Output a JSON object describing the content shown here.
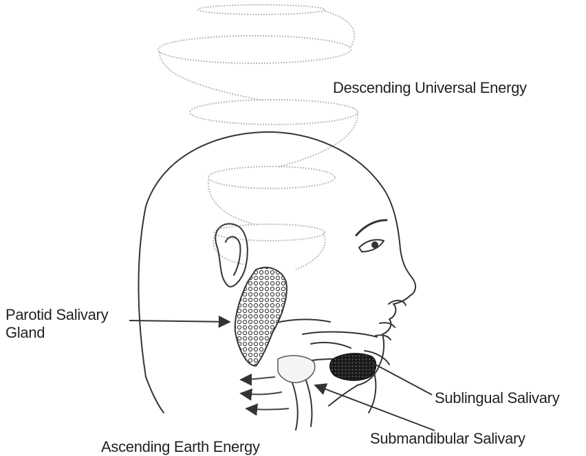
{
  "labels": {
    "descending": "Descending Universal Energy",
    "parotid_line1": "Parotid Salivary",
    "parotid_line2": "Gland",
    "sublingual": "Sublingual Salivary",
    "submandibular": "Submandibular Salivary",
    "ascending": "Ascending Earth Energy"
  },
  "colors": {
    "line": "#333333",
    "energy_spiral": "#b9b9b9",
    "gland_dark": "#222222",
    "text": "#222222"
  },
  "icons": {
    "head": "human-head-profile",
    "spiral": "energy-spiral",
    "parotid": "parotid-gland",
    "sublingual": "sublingual-gland",
    "submandibular": "submandibular-gland",
    "arrows": "leader-arrow"
  }
}
